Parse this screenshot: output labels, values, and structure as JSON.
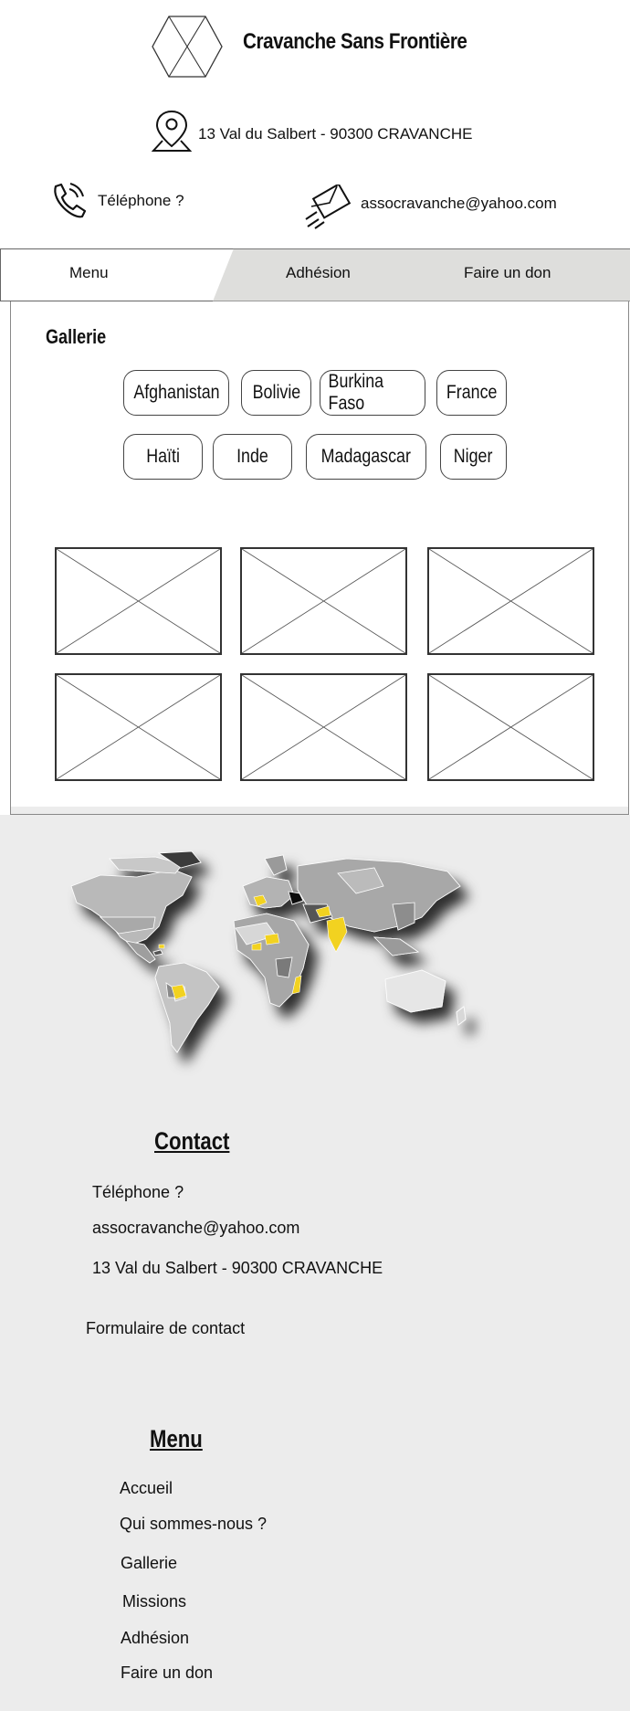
{
  "header": {
    "site_title": "Cravanche Sans Frontière",
    "address": "13 Val du Salbert - 90300 CRAVANCHE",
    "phone": "Téléphone ?",
    "email": "assocravanche@yahoo.com"
  },
  "tabs": {
    "menu": "Menu",
    "adhesion": "Adhésion",
    "don": "Faire un don"
  },
  "gallery": {
    "title": "Gallerie",
    "filters": [
      "Afghanistan",
      "Bolivie",
      "Burkina Faso",
      "France",
      "Haïti",
      "Inde",
      "Madagascar",
      "Niger"
    ]
  },
  "map": {
    "highlight_color": "#f2d220",
    "highlighted_countries": [
      "France",
      "Niger",
      "Burkina Faso",
      "Afghanistan",
      "Inde",
      "Madagascar",
      "Bolivie",
      "Haïti"
    ]
  },
  "contact": {
    "title": "Contact",
    "phone": "Téléphone ?",
    "email": "assocravanche@yahoo.com",
    "address": "13 Val du Salbert - 90300 CRAVANCHE",
    "form_link": "Formulaire de contact"
  },
  "footer_menu": {
    "title": "Menu",
    "items": [
      "Accueil",
      "Qui sommes-nous ?",
      "Gallerie",
      "Missions",
      "Adhésion",
      "Faire un don"
    ]
  }
}
